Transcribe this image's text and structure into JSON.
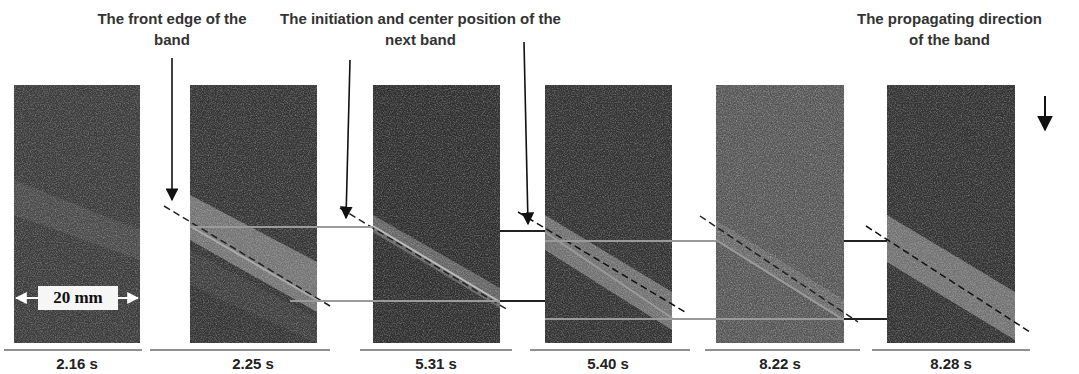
{
  "diagram": {
    "labels": [
      "The front edge of the band",
      "The initiation and center position of the next band",
      "The propagating direction of the band",
      "20 mm",
      "2.16 s",
      "2.25 s",
      "5.31 s",
      "5.40 s",
      "8.22 s",
      "8.28 s"
    ]
  }
}
